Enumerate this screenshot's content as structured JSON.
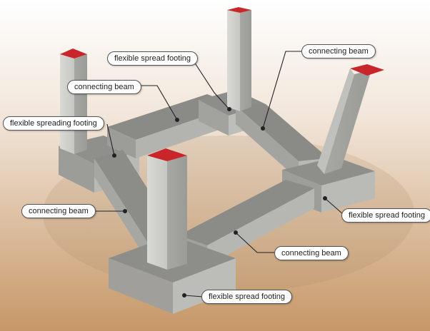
{
  "labels": {
    "footing_top": "flexible spread footing",
    "beam_top_right": "connecting beam",
    "beam_upper_left": "connecting beam",
    "footing_left": "flexible spreading footing",
    "beam_left": "connecting beam",
    "footing_right": "flexible spread footing",
    "beam_front": "connecting beam",
    "footing_bottom": "flexible spread footing"
  },
  "colors": {
    "background_top": "#ffffff",
    "background_bottom": "#c79a6e",
    "concrete_light": "#cfcfcb",
    "concrete_mid": "#a9aaa6",
    "concrete_dark": "#7f807c",
    "column_cap": "#c8262a"
  }
}
